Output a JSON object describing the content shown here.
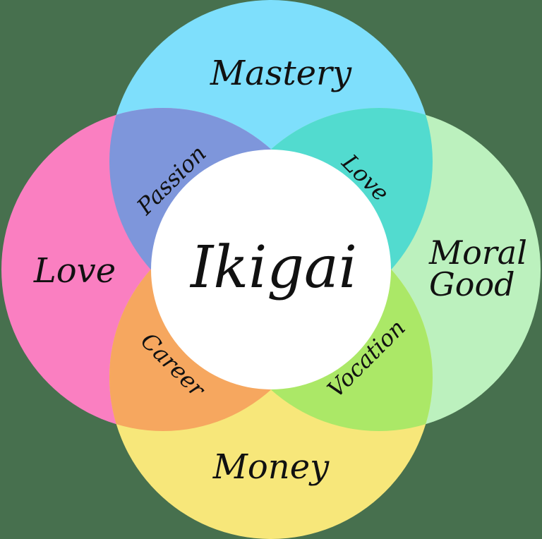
{
  "diagram": {
    "title": "Ikigai venn diagram",
    "background_color": "#47704E",
    "text_color": "#111111",
    "circles": [
      {
        "name": "mastery",
        "label": "Mastery",
        "color": "#7EDFFC",
        "position": "top"
      },
      {
        "name": "love",
        "label": "Love",
        "color": "#FA7FC1",
        "position": "left"
      },
      {
        "name": "moral-good",
        "label_lines": [
          "Moral",
          "Good"
        ],
        "color": "#BCF1BE",
        "position": "right"
      },
      {
        "name": "money",
        "label": "Money",
        "color": "#F7E77A",
        "position": "bottom"
      }
    ],
    "overlaps": [
      {
        "name": "passion",
        "label": "Passion",
        "color": "#7E96DB",
        "between": [
          "mastery",
          "love"
        ]
      },
      {
        "name": "love",
        "label": "Love",
        "color": "#52DBCF",
        "between": [
          "mastery",
          "moral-good"
        ]
      },
      {
        "name": "career",
        "label": "Career",
        "color": "#F6A75F",
        "between": [
          "love",
          "money"
        ]
      },
      {
        "name": "vocation",
        "label": "Vocation",
        "color": "#ABE867",
        "between": [
          "moral-good",
          "money"
        ]
      }
    ],
    "center": {
      "label": "Ikigai",
      "color": "#FFFFFF"
    }
  }
}
